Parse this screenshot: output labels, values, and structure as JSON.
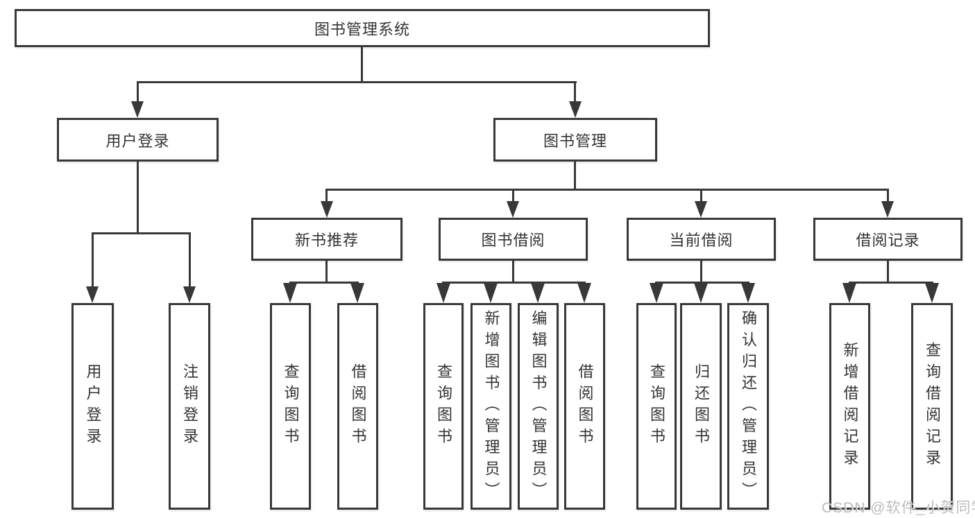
{
  "tree": {
    "label": "图书管理系统",
    "children": [
      {
        "label": "用户登录",
        "children": [
          {
            "label": "用户登录"
          },
          {
            "label": "注销登录"
          }
        ]
      },
      {
        "label": "图书管理",
        "children": [
          {
            "label": "新书推荐",
            "children": [
              {
                "label": "查询图书"
              },
              {
                "label": "借阅图书"
              }
            ]
          },
          {
            "label": "图书借阅",
            "children": [
              {
                "label": "查询图书"
              },
              {
                "label": "新增图书（管理员）"
              },
              {
                "label": "编辑图书（管理员）"
              },
              {
                "label": "借阅图书"
              }
            ]
          },
          {
            "label": "当前借阅",
            "children": [
              {
                "label": "查询图书"
              },
              {
                "label": "归还图书"
              },
              {
                "label": "确认归还（管理员）"
              }
            ]
          },
          {
            "label": "借阅记录",
            "children": [
              {
                "label": "新增借阅记录"
              },
              {
                "label": "查询借阅记录"
              }
            ]
          }
        ]
      }
    ]
  },
  "watermark": "CSDN @软件_小贺同学",
  "colors": {
    "line": "#383838",
    "text": "#333333",
    "watermark": "#bdbdbd",
    "background": "#ffffff"
  }
}
